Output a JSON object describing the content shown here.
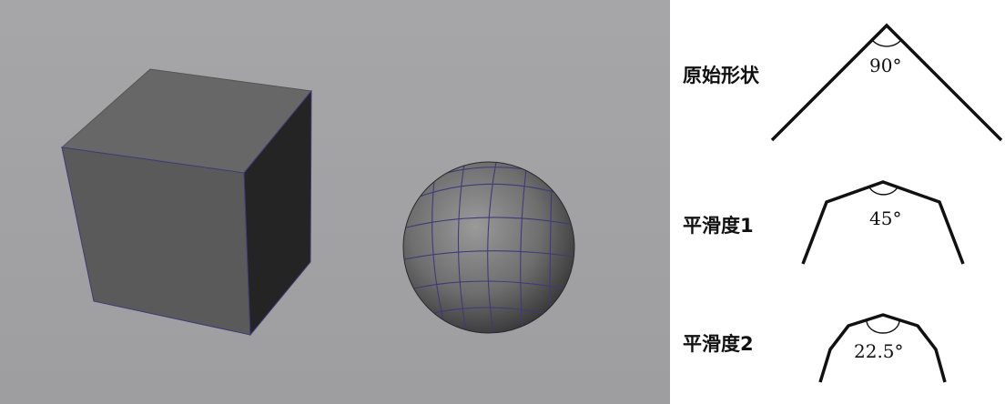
{
  "viewport": {
    "background_color": "#a3a3a5",
    "objects": [
      "cube",
      "sphere"
    ],
    "wireframe_color": "#3f3a7a"
  },
  "diagram": {
    "rows": [
      {
        "label": "原始形状",
        "angle": "90°"
      },
      {
        "label": "平滑度1",
        "angle": "45°"
      },
      {
        "label": "平滑度2",
        "angle": "22.5°"
      }
    ],
    "line_color": "#111111"
  }
}
